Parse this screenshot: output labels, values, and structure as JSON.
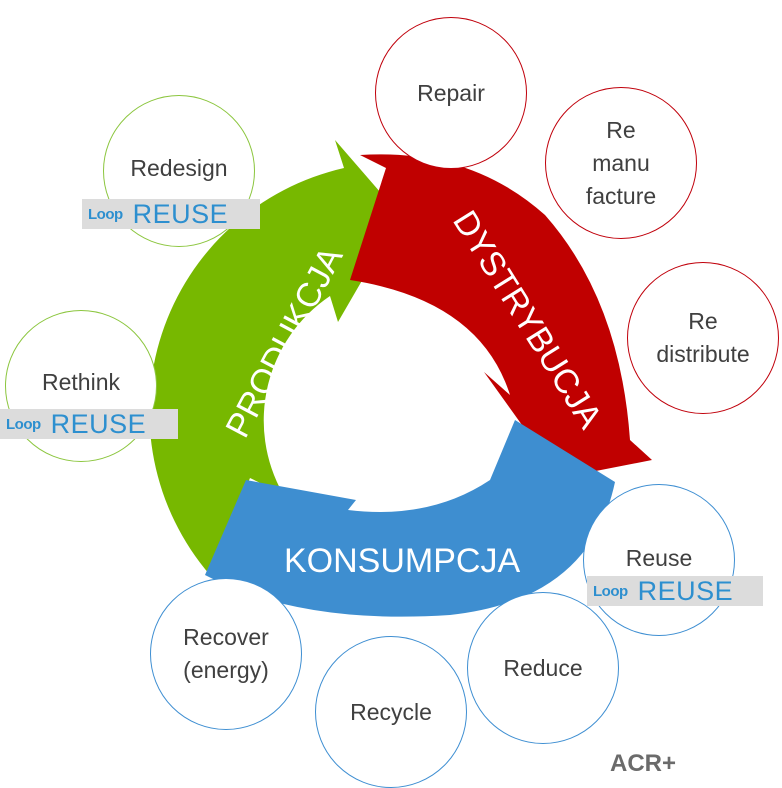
{
  "colors": {
    "production": "#77b800",
    "distribution": "#c00000",
    "consumption": "#3e8ed0",
    "outline_red": "#c0000b",
    "outline_green": "#8cc63f",
    "outline_blue": "#3f8fd2",
    "badge_text": "#2d8fcf"
  },
  "stages": {
    "production": "PRODUKCJA",
    "distribution": "DYSTRYBUCJA",
    "consumption": "KONSUMPCJA"
  },
  "bubbles": {
    "repair": "Repair",
    "remanufacture": "Re\nmanu\nfacture",
    "redistribute": "Re\ndistribute",
    "redesign": "Redesign",
    "rethink": "Rethink",
    "reuse": "Reuse",
    "reduce": "Reduce",
    "recycle": "Recycle",
    "recover": "Recover\n(energy)"
  },
  "badge": {
    "logo": "Loop",
    "word": "REUSE"
  },
  "credit": "ACR+"
}
